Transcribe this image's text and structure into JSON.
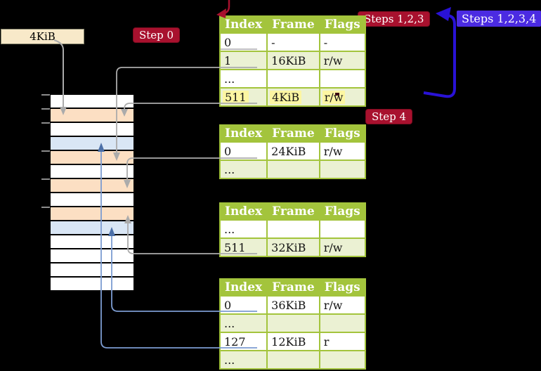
{
  "colors": {
    "badge-red": "#a8112e",
    "badge-blue": "#4b2be2",
    "arrow-blue": "#2912d6",
    "table-green": "#a3c43c",
    "row-green": "#ebf1d3",
    "highlight-yellow": "#fcf6a2",
    "wheat": "#f8e9c9",
    "strip-orange": "#fcdfc3",
    "strip-blue": "#d9e6f5",
    "connector-grey": "#ababab",
    "connector-blue": "#7c9cd1",
    "connector-blue-head": "#4c70a8"
  },
  "memory_label": {
    "text": "4KiB"
  },
  "badges": {
    "step0": "Step 0",
    "steps123": "Steps 1,2,3",
    "steps1234": "Steps 1,2,3,4",
    "step4": "Step 4"
  },
  "tables": [
    {
      "headers": [
        "Index",
        "Frame",
        "Flags"
      ],
      "rows": [
        {
          "cells": [
            "0",
            "-",
            "-"
          ],
          "bg": "white",
          "underline": "grey"
        },
        {
          "cells": [
            "1",
            "16KiB",
            "r/w"
          ],
          "bg": "green",
          "underline": "grey"
        },
        {
          "cells": [
            "...",
            "",
            ""
          ],
          "bg": "white"
        },
        {
          "cells": [
            "511",
            "4KiB",
            "r/w"
          ],
          "bg": "green",
          "underline": "grey",
          "highlight": true
        }
      ]
    },
    {
      "headers": [
        "Index",
        "Frame",
        "Flags"
      ],
      "rows": [
        {
          "cells": [
            "0",
            "24KiB",
            "r/w"
          ],
          "bg": "white",
          "underline": "grey"
        },
        {
          "cells": [
            "...",
            "",
            ""
          ],
          "bg": "green"
        }
      ]
    },
    {
      "headers": [
        "Index",
        "Frame",
        "Flags"
      ],
      "rows": [
        {
          "cells": [
            "...",
            "",
            ""
          ],
          "bg": "white"
        },
        {
          "cells": [
            "511",
            "32KiB",
            "r/w"
          ],
          "bg": "green",
          "underline": "grey"
        }
      ]
    },
    {
      "headers": [
        "Index",
        "Frame",
        "Flags"
      ],
      "rows": [
        {
          "cells": [
            "0",
            "36KiB",
            "r/w"
          ],
          "bg": "white",
          "underline": "blue"
        },
        {
          "cells": [
            "...",
            "",
            ""
          ],
          "bg": "green"
        },
        {
          "cells": [
            "127",
            "12KiB",
            "r"
          ],
          "bg": "white",
          "underline": "blue"
        },
        {
          "cells": [
            "...",
            "",
            ""
          ],
          "bg": "green"
        }
      ]
    }
  ],
  "strip": {
    "rows": [
      "white",
      "orange",
      "white",
      "blue",
      "orange",
      "white",
      "orange",
      "white",
      "orange",
      "blue",
      "white",
      "white",
      "white",
      "white"
    ],
    "tick_ys": [
      135,
      155,
      175,
      215,
      255,
      295
    ]
  }
}
